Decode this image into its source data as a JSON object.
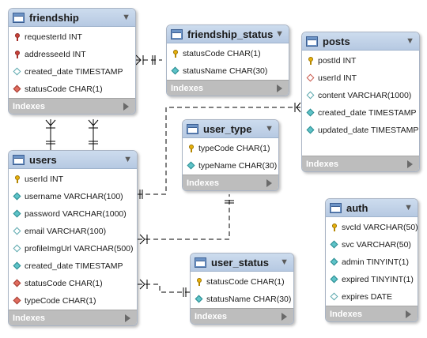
{
  "indexes_label": "Indexes",
  "tables": {
    "friendship": {
      "name": "friendship",
      "columns": [
        {
          "text": "requesterId INT",
          "icon": "fk-primary-key-icon"
        },
        {
          "text": "addresseeId INT",
          "icon": "fk-primary-key-icon"
        },
        {
          "text": "created_date TIMESTAMP",
          "icon": "nullable-column-icon"
        },
        {
          "text": "statusCode CHAR(1)",
          "icon": "foreign-key-column-icon"
        }
      ]
    },
    "friendship_status": {
      "name": "friendship_status",
      "columns": [
        {
          "text": "statusCode CHAR(1)",
          "icon": "primary-key-icon"
        },
        {
          "text": "statusName CHAR(30)",
          "icon": "not-null-column-icon"
        }
      ]
    },
    "posts": {
      "name": "posts",
      "columns": [
        {
          "text": "postId INT",
          "icon": "primary-key-icon"
        },
        {
          "text": "userId INT",
          "icon": "nullable-foreign-key-icon"
        },
        {
          "text": "content VARCHAR(1000)",
          "icon": "nullable-column-icon"
        },
        {
          "text": "created_date TIMESTAMP",
          "icon": "not-null-column-icon"
        },
        {
          "text": "updated_date TIMESTAMP",
          "icon": "not-null-column-icon"
        }
      ]
    },
    "user_type": {
      "name": "user_type",
      "columns": [
        {
          "text": "typeCode CHAR(1)",
          "icon": "primary-key-icon"
        },
        {
          "text": "typeName CHAR(30)",
          "icon": "not-null-column-icon"
        }
      ]
    },
    "users": {
      "name": "users",
      "columns": [
        {
          "text": "userId INT",
          "icon": "primary-key-icon"
        },
        {
          "text": "username VARCHAR(100)",
          "icon": "not-null-column-icon"
        },
        {
          "text": "password VARCHAR(1000)",
          "icon": "not-null-column-icon"
        },
        {
          "text": "email VARCHAR(100)",
          "icon": "nullable-column-icon"
        },
        {
          "text": "profileImgUrl VARCHAR(500)",
          "icon": "nullable-column-icon"
        },
        {
          "text": "created_date TIMESTAMP",
          "icon": "not-null-column-icon"
        },
        {
          "text": "statusCode CHAR(1)",
          "icon": "foreign-key-column-icon"
        },
        {
          "text": "typeCode CHAR(1)",
          "icon": "foreign-key-column-icon"
        }
      ]
    },
    "user_status": {
      "name": "user_status",
      "columns": [
        {
          "text": "statusCode CHAR(1)",
          "icon": "primary-key-icon"
        },
        {
          "text": "statusName CHAR(30)",
          "icon": "not-null-column-icon"
        }
      ]
    },
    "auth": {
      "name": "auth",
      "columns": [
        {
          "text": "svcId VARCHAR(50)",
          "icon": "primary-key-icon"
        },
        {
          "text": "svc VARCHAR(50)",
          "icon": "not-null-column-icon"
        },
        {
          "text": "admin TINYINT(1)",
          "icon": "not-null-column-icon"
        },
        {
          "text": "expired TINYINT(1)",
          "icon": "not-null-column-icon"
        },
        {
          "text": "expires DATE",
          "icon": "nullable-column-icon"
        }
      ]
    }
  },
  "relationships": [
    {
      "from": "friendship.statusCode",
      "to": "friendship_status.statusCode",
      "identifying": false
    },
    {
      "from": "friendship.requesterId",
      "to": "users.userId",
      "identifying": true
    },
    {
      "from": "friendship.addresseeId",
      "to": "users.userId",
      "identifying": true
    },
    {
      "from": "posts.userId",
      "to": "users.userId",
      "identifying": false
    },
    {
      "from": "users.typeCode",
      "to": "user_type.typeCode",
      "identifying": false
    },
    {
      "from": "users.statusCode",
      "to": "user_status.statusCode",
      "identifying": false
    }
  ]
}
